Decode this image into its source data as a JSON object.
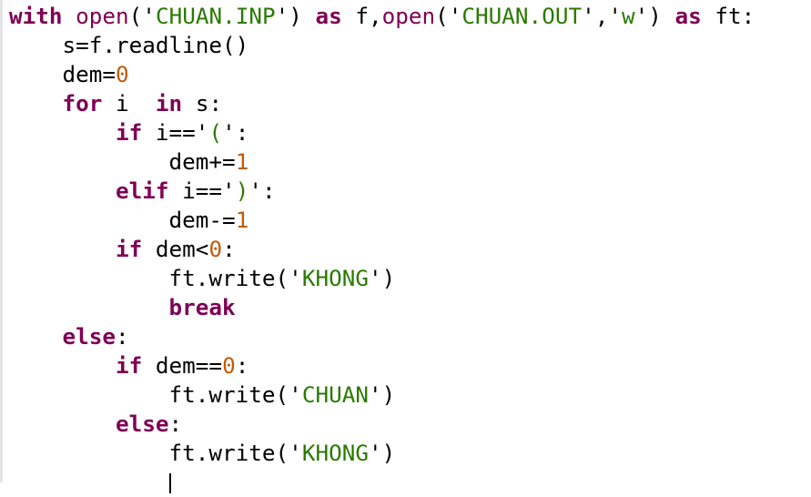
{
  "editor": {
    "colors": {
      "keyword": "#7f0055",
      "builtin": "#7f0055",
      "string": "#2a7a00",
      "number": "#c25b0a"
    },
    "cursor_line": 16,
    "cursor_indent": "    ",
    "lines": [
      [
        [
          "k",
          "with"
        ],
        [
          "p",
          " "
        ],
        [
          "b",
          "open"
        ],
        [
          "p",
          "('"
        ],
        [
          "s",
          "CHUAN.INP"
        ],
        [
          "p",
          "') "
        ],
        [
          "k",
          "as"
        ],
        [
          "p",
          " f,"
        ],
        [
          "b",
          "open"
        ],
        [
          "p",
          "('"
        ],
        [
          "s",
          "CHUAN.OUT"
        ],
        [
          "p",
          "','"
        ],
        [
          "s",
          "w"
        ],
        [
          "p",
          "') "
        ],
        [
          "k",
          "as"
        ],
        [
          "p",
          " ft:"
        ]
      ],
      [
        [
          "p",
          "    s=f.readline()"
        ]
      ],
      [
        [
          "p",
          "    dem="
        ],
        [
          "n",
          "0"
        ]
      ],
      [
        [
          "p",
          "    "
        ],
        [
          "k",
          "for"
        ],
        [
          "p",
          " i  "
        ],
        [
          "k",
          "in"
        ],
        [
          "p",
          " s:"
        ]
      ],
      [
        [
          "p",
          "        "
        ],
        [
          "k",
          "if"
        ],
        [
          "p",
          " i=='"
        ],
        [
          "s",
          "("
        ],
        [
          "p",
          "':"
        ]
      ],
      [
        [
          "p",
          "            dem+="
        ],
        [
          "n",
          "1"
        ]
      ],
      [
        [
          "p",
          "        "
        ],
        [
          "k",
          "elif"
        ],
        [
          "p",
          " i=='"
        ],
        [
          "s",
          ")"
        ],
        [
          "p",
          "':"
        ]
      ],
      [
        [
          "p",
          "            dem-="
        ],
        [
          "n",
          "1"
        ]
      ],
      [
        [
          "p",
          "        "
        ],
        [
          "k",
          "if"
        ],
        [
          "p",
          " dem<"
        ],
        [
          "n",
          "0"
        ],
        [
          "p",
          ":"
        ]
      ],
      [
        [
          "p",
          "            ft.write('"
        ],
        [
          "s",
          "KHONG"
        ],
        [
          "p",
          "')"
        ]
      ],
      [
        [
          "p",
          "            "
        ],
        [
          "k",
          "break"
        ]
      ],
      [
        [
          "p",
          "    "
        ],
        [
          "k",
          "else"
        ],
        [
          "p",
          ":"
        ]
      ],
      [
        [
          "p",
          "        "
        ],
        [
          "k",
          "if"
        ],
        [
          "p",
          " dem=="
        ],
        [
          "n",
          "0"
        ],
        [
          "p",
          ":"
        ]
      ],
      [
        [
          "p",
          "            ft.write('"
        ],
        [
          "s",
          "CHUAN"
        ],
        [
          "p",
          "')"
        ]
      ],
      [
        [
          "p",
          "        "
        ],
        [
          "k",
          "else"
        ],
        [
          "p",
          ":"
        ]
      ],
      [
        [
          "p",
          "            ft.write('"
        ],
        [
          "s",
          "KHONG"
        ],
        [
          "p",
          "')"
        ]
      ],
      [
        [
          "p",
          "            "
        ]
      ]
    ]
  }
}
